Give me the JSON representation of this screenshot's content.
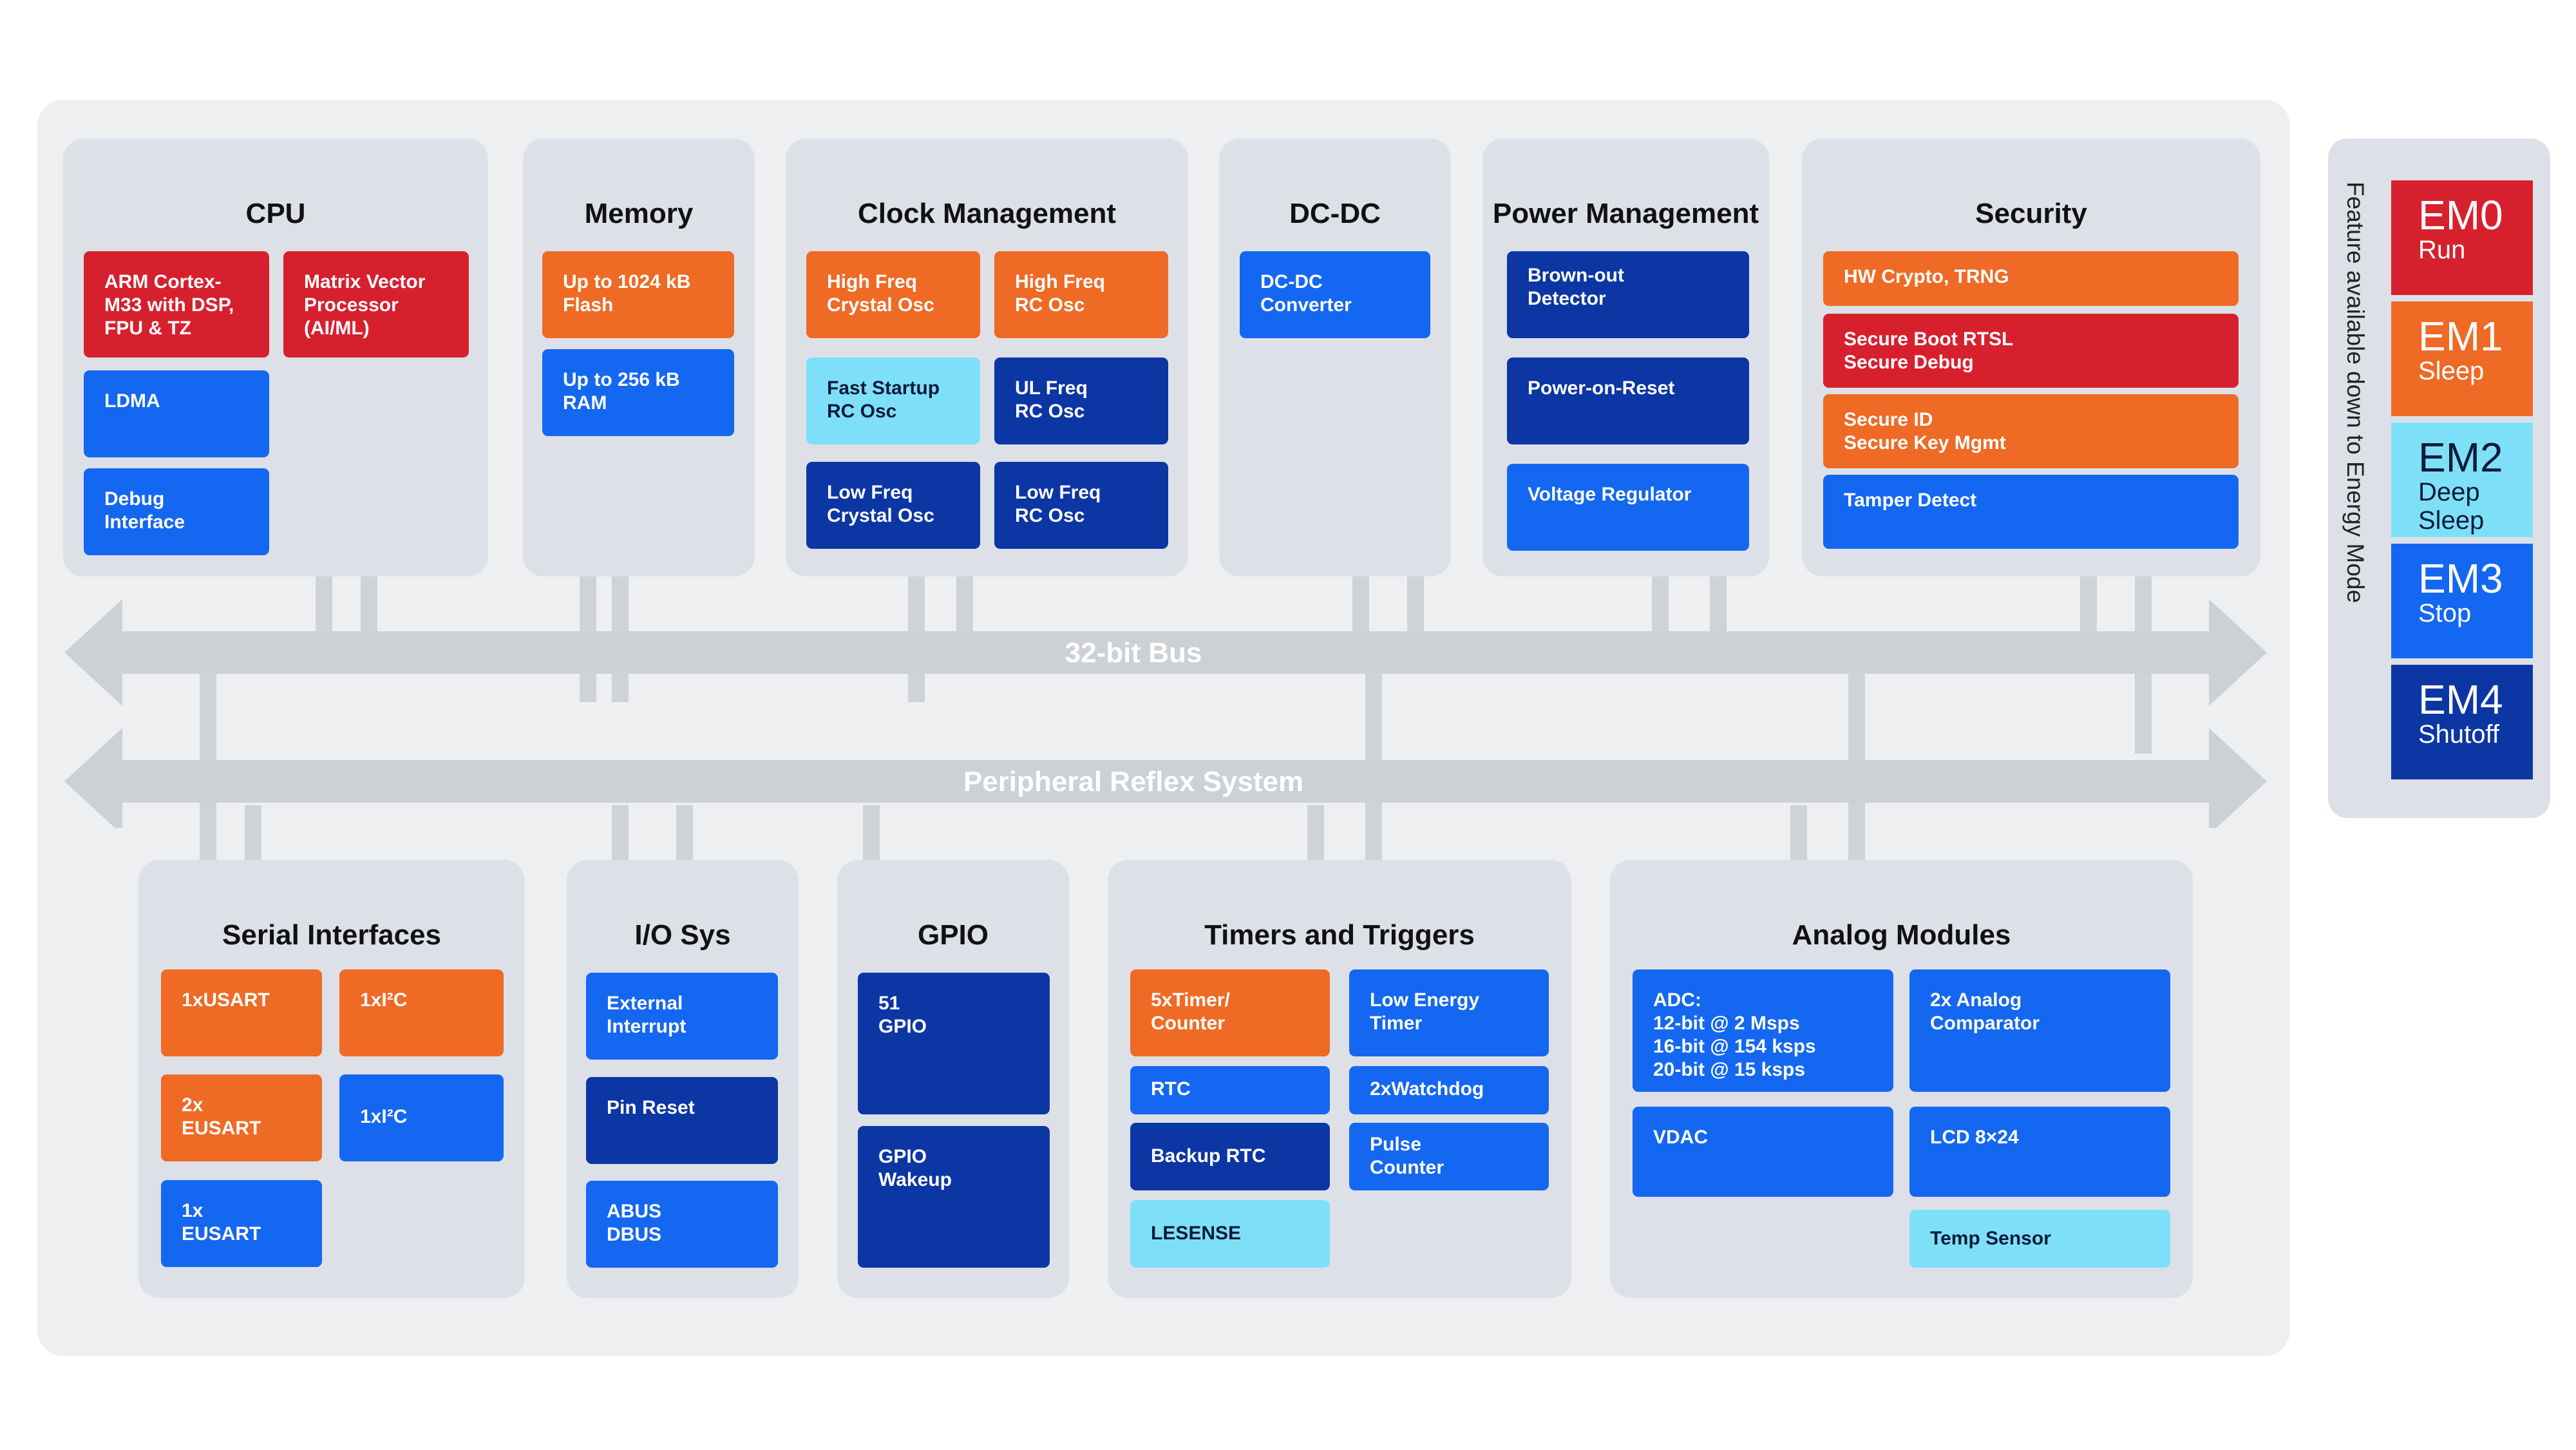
{
  "colors": {
    "red": "#d7202e",
    "orange": "#ef6a25",
    "blue": "#1467f0",
    "navy": "#0c36a4",
    "cyan": "#7ee0f8",
    "section_bg": "#dde1e7",
    "outer_bg": "#eeeff1",
    "bus": "#cdd0d4"
  },
  "buses": {
    "bus32": "32-bit Bus",
    "prs": "Peripheral Reflex System"
  },
  "sections": {
    "cpu": {
      "title": "CPU",
      "modules": {
        "arm": "ARM Cortex-\nM33 with DSP,\nFPU & TZ",
        "mvp": "Matrix Vector\nProcessor\n(AI/ML)",
        "ldma": "LDMA",
        "debug": "Debug\nInterface"
      }
    },
    "memory": {
      "title": "Memory",
      "modules": {
        "flash": "Up to 1024 kB\nFlash",
        "ram": "Up to 256 kB\nRAM"
      }
    },
    "clock": {
      "title": "Clock Management",
      "modules": {
        "hfxo": "High Freq\nCrystal Osc",
        "hfrco": "High Freq\nRC Osc",
        "fsrco": "Fast Startup\nRC Osc",
        "ulfrco": "UL Freq\nRC Osc",
        "lfxo": "Low Freq\nCrystal Osc",
        "lfrco": "Low Freq\nRC Osc"
      }
    },
    "dcdc": {
      "title": "DC-DC",
      "modules": {
        "conv": "DC-DC\nConverter"
      }
    },
    "power": {
      "title": "Power Management",
      "modules": {
        "bod": "Brown-out\nDetector",
        "por": "Power-on-Reset",
        "vreg": "Voltage Regulator"
      }
    },
    "security": {
      "title": "Security",
      "modules": {
        "crypto": "HW Crypto, TRNG",
        "boot": "Secure Boot RTSL\nSecure Debug",
        "id": "Secure ID\nSecure Key Mgmt",
        "tamper": "Tamper Detect"
      }
    },
    "serial": {
      "title": "Serial Interfaces",
      "modules": {
        "usart": "1xUSART",
        "i2c1": "1xI²C",
        "eusart2": "2x\nEUSART",
        "i2c2": "1xI²C",
        "eusart1": "1x\nEUSART"
      }
    },
    "io": {
      "title": "I/O Sys",
      "modules": {
        "extint": "External\nInterrupt",
        "pinreset": "Pin Reset",
        "abus": "ABUS\nDBUS"
      }
    },
    "gpio": {
      "title": "GPIO",
      "modules": {
        "gpio51": "51\nGPIO",
        "wakeup": "GPIO\nWakeup"
      }
    },
    "timers": {
      "title": "Timers and Triggers",
      "modules": {
        "timer5": "5xTimer/\nCounter",
        "letimer": "Low Energy\nTimer",
        "rtc": "RTC",
        "wdog": "2xWatchdog",
        "brtc": "Backup RTC",
        "pcnt": "Pulse\nCounter",
        "lesense": "LESENSE"
      }
    },
    "analog": {
      "title": "Analog Modules",
      "modules": {
        "adc": "ADC:\n12-bit @ 2 Msps\n16-bit @ 154 ksps\n20-bit @ 15 ksps",
        "acmp": "2x Analog\nComparator",
        "vdac": "VDAC",
        "lcd": "LCD 8×24",
        "temp": "Temp Sensor"
      }
    }
  },
  "energy_modes": {
    "label": "Feature available down to Energy Mode",
    "modes": [
      {
        "code": "EM0",
        "name": "Run",
        "color": "#d7202e"
      },
      {
        "code": "EM1",
        "name": "Sleep",
        "color": "#ef6a25"
      },
      {
        "code": "EM2",
        "name": "Deep\nSleep",
        "color": "#7ee0f8"
      },
      {
        "code": "EM3",
        "name": "Stop",
        "color": "#1467f0"
      },
      {
        "code": "EM4",
        "name": "Shutoff",
        "color": "#0c36a4"
      }
    ]
  }
}
